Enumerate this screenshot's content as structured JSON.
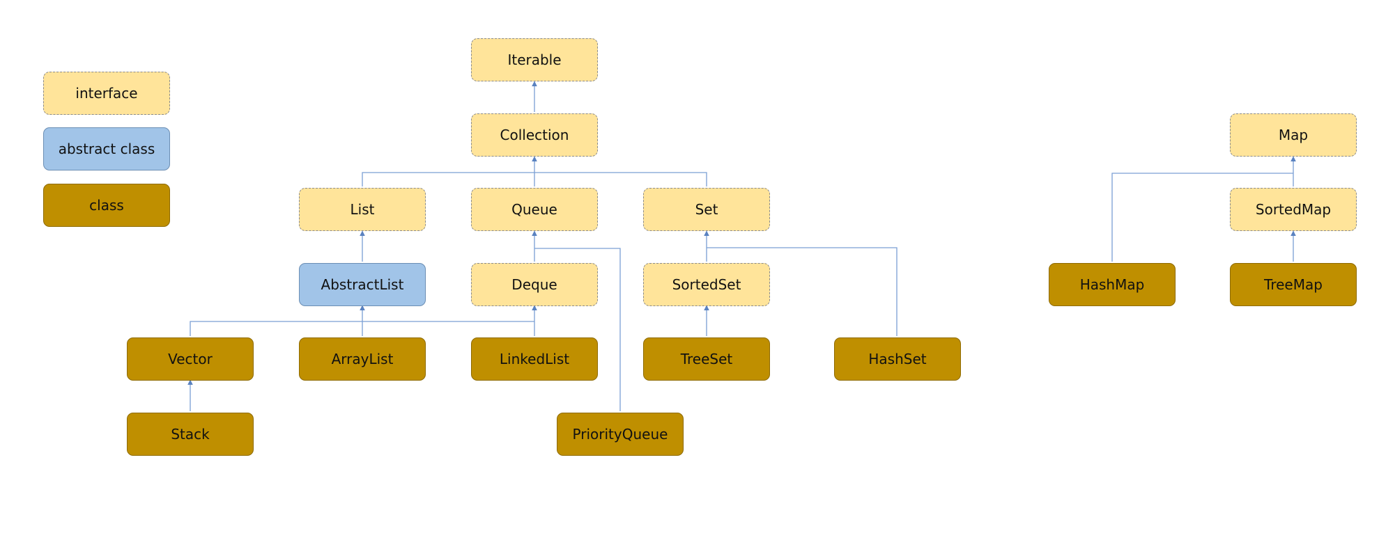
{
  "legend": [
    {
      "kind": "interface",
      "label": "interface"
    },
    {
      "kind": "abstract",
      "label": "abstract class"
    },
    {
      "kind": "class",
      "label": "class"
    }
  ],
  "nodes": {
    "iterable": {
      "label": "Iterable",
      "kind": "interface"
    },
    "collection": {
      "label": "Collection",
      "kind": "interface"
    },
    "list": {
      "label": "List",
      "kind": "interface"
    },
    "queue": {
      "label": "Queue",
      "kind": "interface"
    },
    "set": {
      "label": "Set",
      "kind": "interface"
    },
    "abstractlist": {
      "label": "AbstractList",
      "kind": "abstract"
    },
    "deque": {
      "label": "Deque",
      "kind": "interface"
    },
    "sortedset": {
      "label": "SortedSet",
      "kind": "interface"
    },
    "vector": {
      "label": "Vector",
      "kind": "class"
    },
    "arraylist": {
      "label": "ArrayList",
      "kind": "class"
    },
    "linkedlist": {
      "label": "LinkedList",
      "kind": "class"
    },
    "treeset": {
      "label": "TreeSet",
      "kind": "class"
    },
    "hashset": {
      "label": "HashSet",
      "kind": "class"
    },
    "stack": {
      "label": "Stack",
      "kind": "class"
    },
    "priorityqueue": {
      "label": "PriorityQueue",
      "kind": "class"
    },
    "map": {
      "label": "Map",
      "kind": "interface"
    },
    "sortedmap": {
      "label": "SortedMap",
      "kind": "interface"
    },
    "hashmap": {
      "label": "HashMap",
      "kind": "class"
    },
    "treemap": {
      "label": "TreeMap",
      "kind": "class"
    }
  },
  "edges": [
    {
      "from": "collection",
      "to": "iterable"
    },
    {
      "from": "list",
      "to": "collection"
    },
    {
      "from": "queue",
      "to": "collection"
    },
    {
      "from": "set",
      "to": "collection"
    },
    {
      "from": "abstractlist",
      "to": "list"
    },
    {
      "from": "deque",
      "to": "queue"
    },
    {
      "from": "priorityqueue",
      "to": "queue"
    },
    {
      "from": "sortedset",
      "to": "set"
    },
    {
      "from": "hashset",
      "to": "set"
    },
    {
      "from": "vector",
      "to": "abstractlist"
    },
    {
      "from": "arraylist",
      "to": "abstractlist"
    },
    {
      "from": "linkedlist",
      "to": "abstractlist"
    },
    {
      "from": "linkedlist",
      "to": "deque"
    },
    {
      "from": "treeset",
      "to": "sortedset"
    },
    {
      "from": "stack",
      "to": "vector"
    },
    {
      "from": "sortedmap",
      "to": "map"
    },
    {
      "from": "hashmap",
      "to": "map"
    },
    {
      "from": "treemap",
      "to": "sortedmap"
    }
  ],
  "colors": {
    "interface_fill": "#ffe49a",
    "abstract_fill": "#a1c4e8",
    "class_fill": "#bf8f00",
    "connector": "#7a9fd4"
  }
}
